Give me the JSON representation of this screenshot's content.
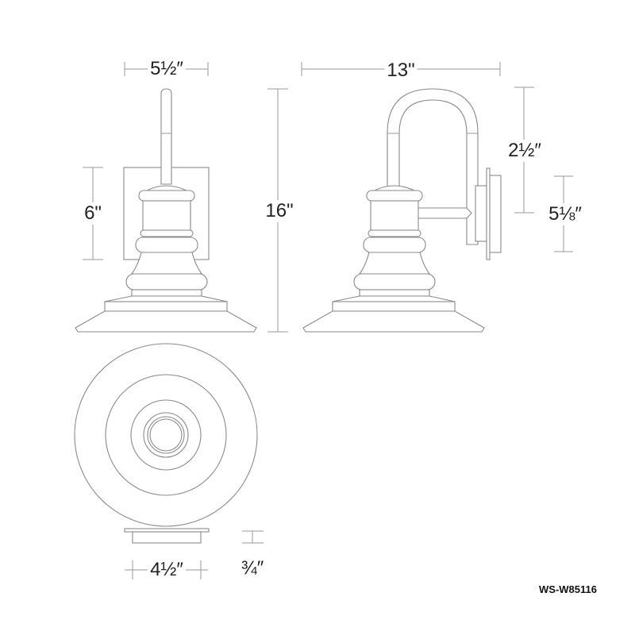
{
  "dimensions": {
    "front_width": "5½″",
    "side_depth": "13\"",
    "backplate_height": "6\"",
    "overall_height": "16\"",
    "arm_offset": "2½″",
    "backplate_depth_height": "5⅛″",
    "backplate_width": "4½″",
    "backplate_depth": "¾″"
  },
  "model_number": "WS-W85116"
}
